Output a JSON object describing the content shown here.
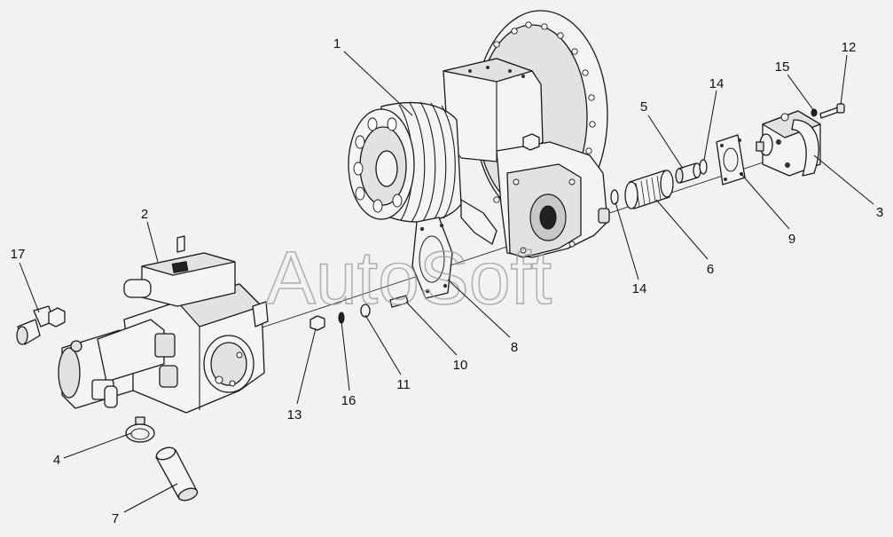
{
  "watermark": "AutoSoft",
  "callouts": [
    {
      "id": "c1",
      "label": "1"
    },
    {
      "id": "c2",
      "label": "2"
    },
    {
      "id": "c3",
      "label": "3"
    },
    {
      "id": "c4",
      "label": "4"
    },
    {
      "id": "c5",
      "label": "5"
    },
    {
      "id": "c6",
      "label": "6"
    },
    {
      "id": "c7",
      "label": "7"
    },
    {
      "id": "c8",
      "label": "8"
    },
    {
      "id": "c9",
      "label": "9"
    },
    {
      "id": "c10",
      "label": "10"
    },
    {
      "id": "c11",
      "label": "11"
    },
    {
      "id": "c12",
      "label": "12"
    },
    {
      "id": "c13",
      "label": "13"
    },
    {
      "id": "c14a",
      "label": "14"
    },
    {
      "id": "c14b",
      "label": "14"
    },
    {
      "id": "c15",
      "label": "15"
    },
    {
      "id": "c16",
      "label": "16"
    },
    {
      "id": "c17",
      "label": "17"
    }
  ]
}
